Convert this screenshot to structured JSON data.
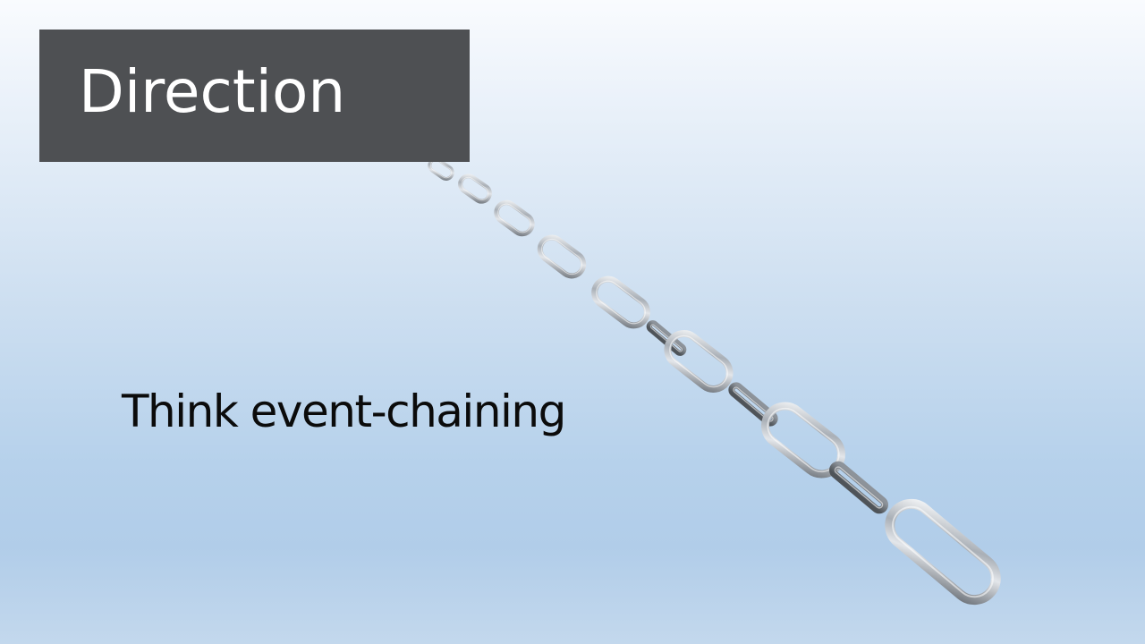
{
  "slide": {
    "title": "Direction",
    "body": "Think event-chaining"
  },
  "colors": {
    "background_top": "#f9fbfe",
    "background_bottom": "#b1cde9",
    "title_box": "#4e5053",
    "title_text": "#ffffff",
    "body_text": "#0b0b0b",
    "chain_metal": "#b9bec4"
  },
  "image": {
    "chain_icon": "metal-chain-image"
  }
}
